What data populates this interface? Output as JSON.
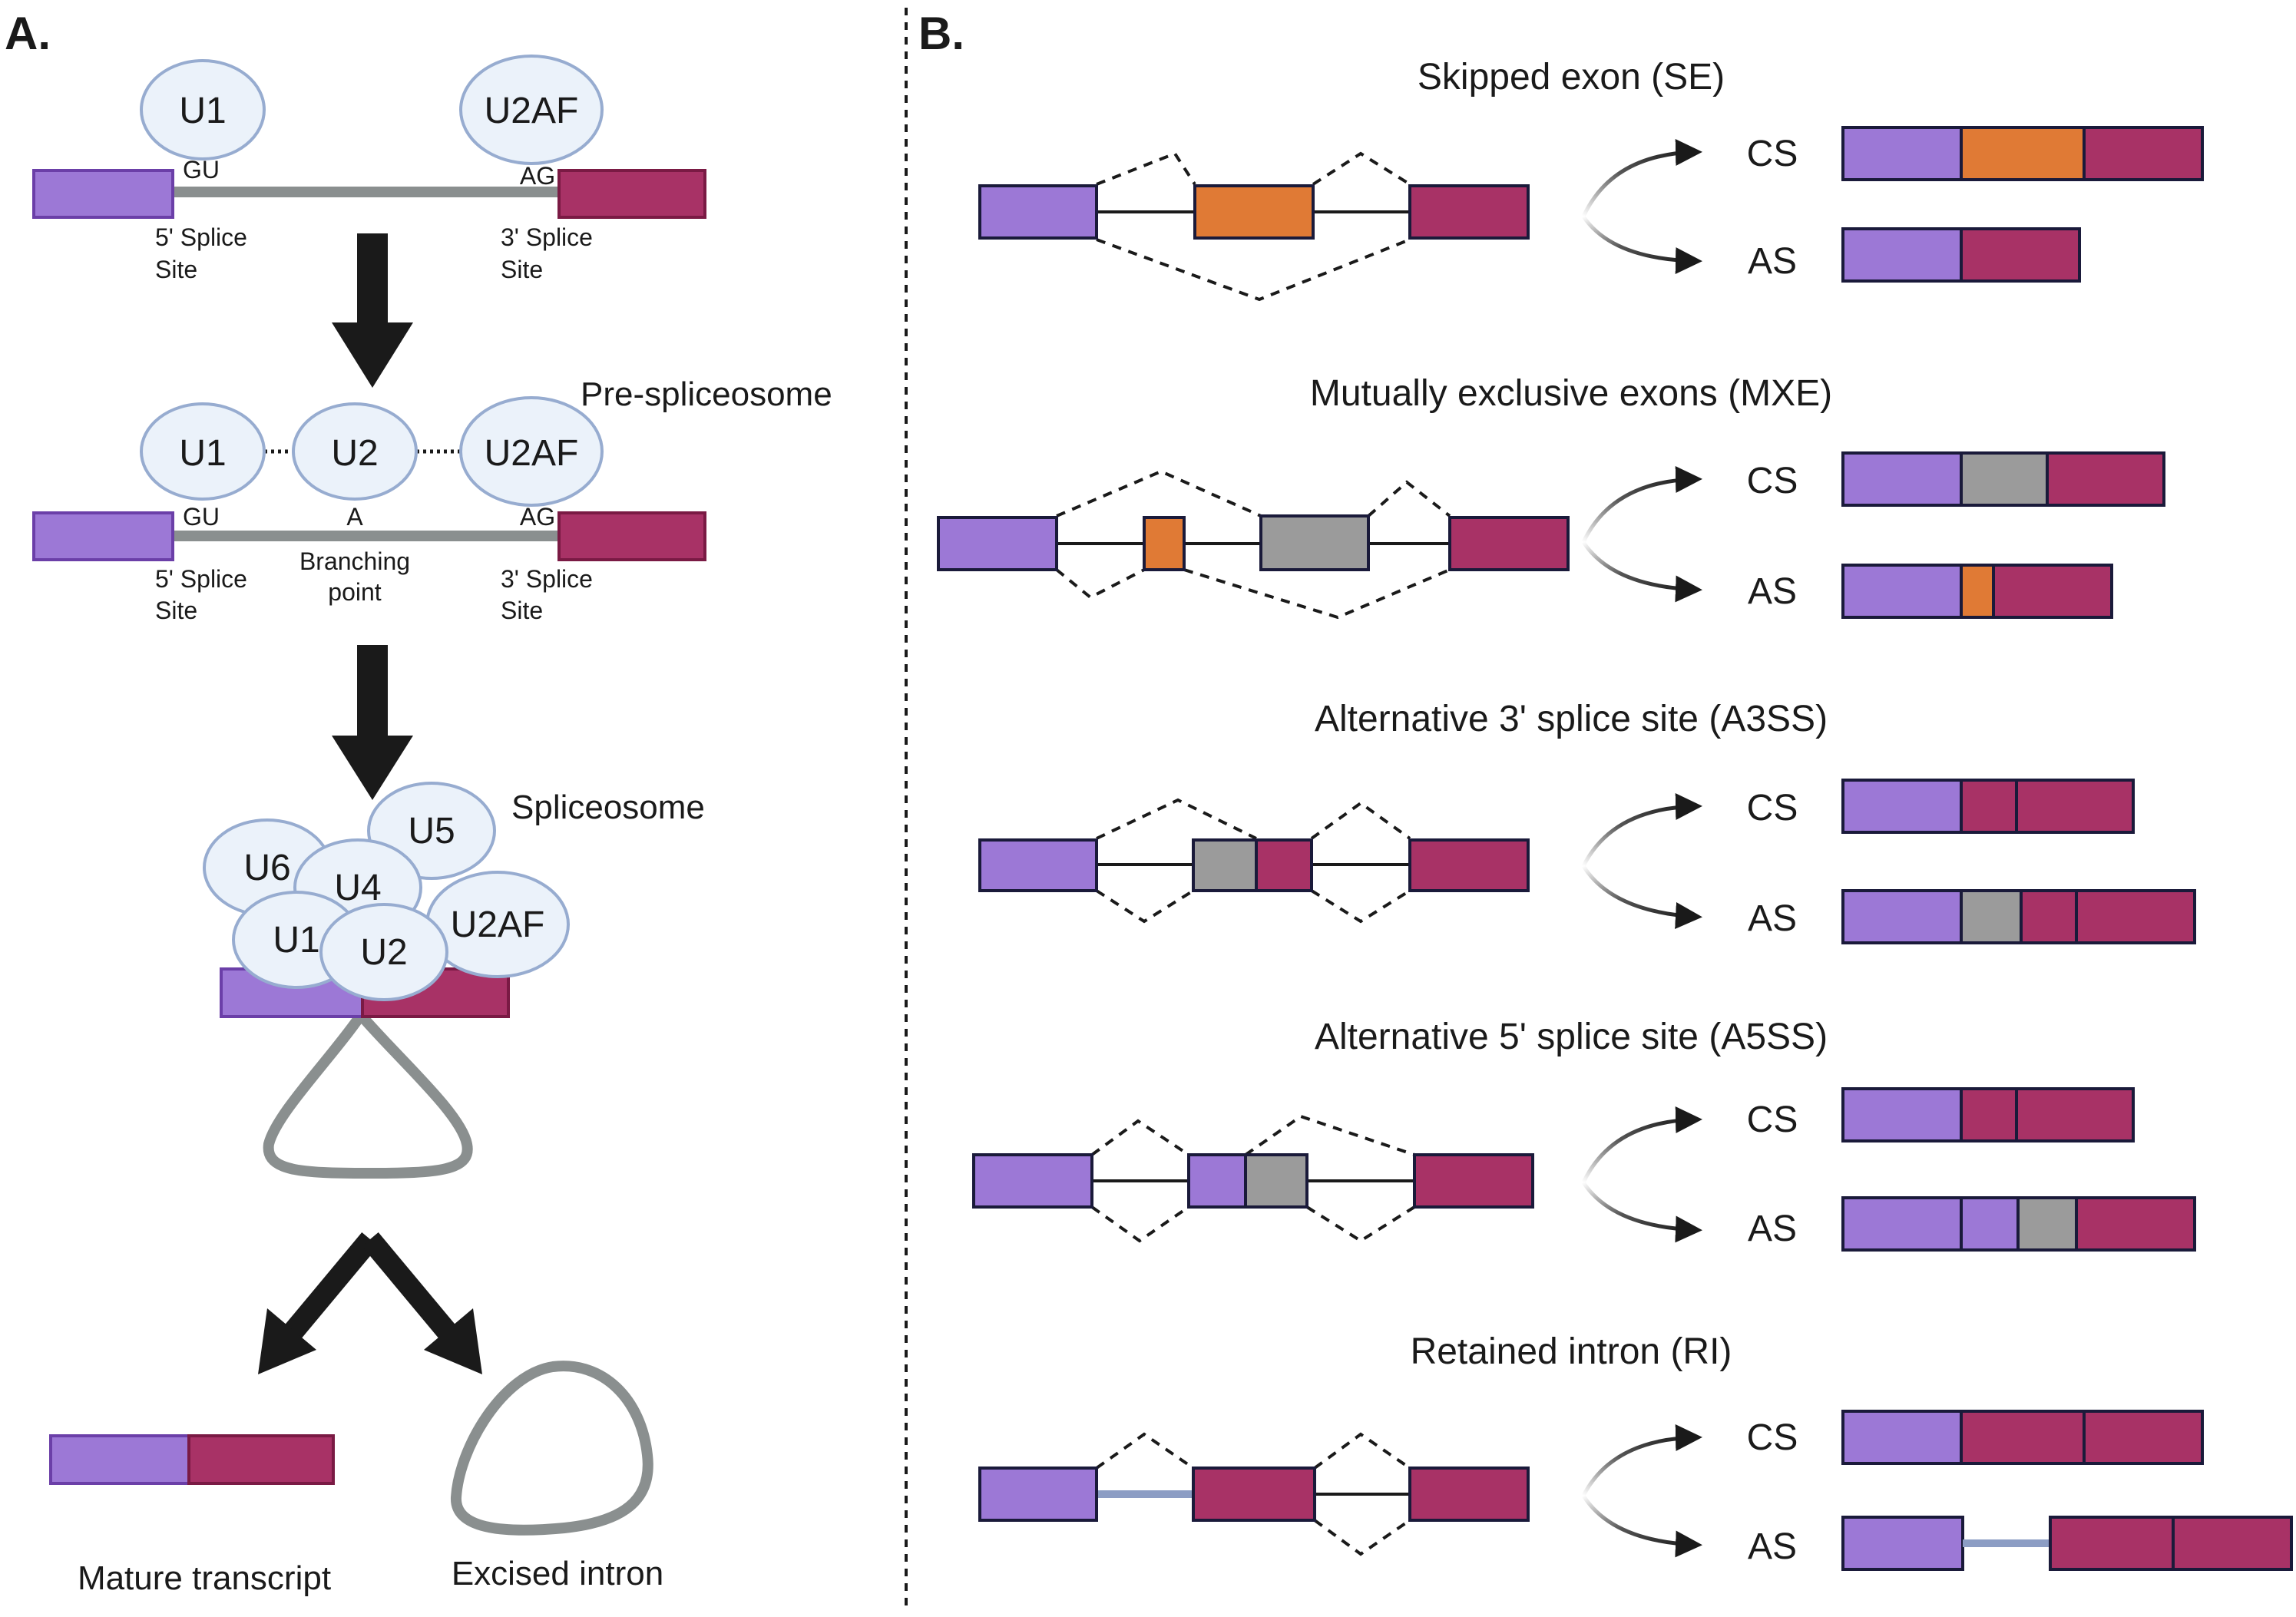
{
  "panel_a": {
    "label": "A.",
    "stage1": {
      "u1": "U1",
      "u2af": "U2AF",
      "gu": "GU",
      "ag": "AG",
      "site5_line1": "5' Splice",
      "site5_line2": "Site",
      "site3_line1": "3' Splice",
      "site3_line2": "Site"
    },
    "stage2": {
      "title": "Pre-spliceosome",
      "u1": "U1",
      "u2": "U2",
      "u2af": "U2AF",
      "gu": "GU",
      "a": "A",
      "ag": "AG",
      "site5_line1": "5' Splice",
      "site5_line2": "Site",
      "branch_line1": "Branching",
      "branch_line2": "point",
      "site3_line1": "3' Splice",
      "site3_line2": "Site"
    },
    "stage3": {
      "title": "Spliceosome",
      "u6": "U6",
      "u5": "U5",
      "u4": "U4",
      "u1": "U1",
      "u2": "U2",
      "u2af": "U2AF"
    },
    "products": {
      "mature": "Mature transcript",
      "intron": "Excised intron"
    }
  },
  "panel_b": {
    "label": "B.",
    "cs_label": "CS",
    "as_label": "AS",
    "events": [
      {
        "title": "Skipped exon (SE)"
      },
      {
        "title": "Mutually exclusive exons (MXE)"
      },
      {
        "title": "Alternative 3' splice site (A3SS)"
      },
      {
        "title": "Alternative 5' splice site (A5SS)"
      },
      {
        "title": "Retained intron (RI)"
      }
    ]
  },
  "colors": {
    "upstream_exon": "#9c78d6",
    "downstream_exon": "#a83266",
    "alt_exon_orange": "#e07a35",
    "alt_exon_gray": "#9b9b9b",
    "snrnp_fill": "#ebf2fa",
    "snrnp_stroke": "#97acd0",
    "intron_gray": "#8a8f8f"
  }
}
